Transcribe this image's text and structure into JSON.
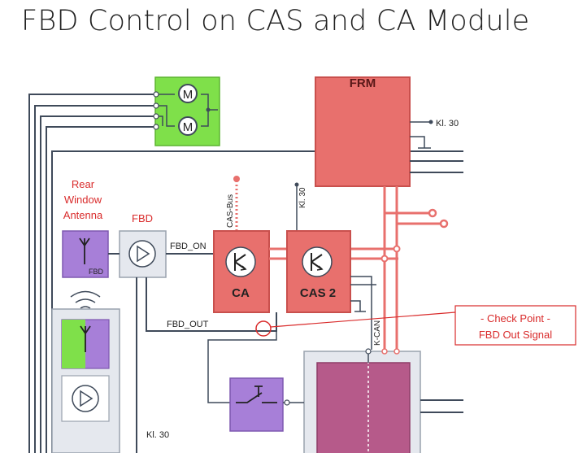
{
  "slide": {
    "title": "FBD Control on CAS and CA Module"
  },
  "modules": {
    "frm": "FRM",
    "ca": "CA",
    "cas2": "CAS 2",
    "motor_top": "M",
    "motor_bottom": "M",
    "antenna_module": "FBD"
  },
  "labels": {
    "rear_window_antenna": [
      "Rear",
      "Window",
      "Antenna"
    ],
    "fbd": "FBD",
    "fbd_on": "FBD_ON",
    "fbd_out": "FBD_OUT",
    "cas_bus": "CAS-Bus",
    "kl30_vertical": "Kl. 30",
    "kl30_frm": "Kl. 30",
    "kl30_bottom": "Kl. 30",
    "k_can": "K-CAN"
  },
  "callout": {
    "line1": "- Check Point -",
    "line2": "FBD Out Signal",
    "color": "#d92b2b"
  },
  "colors": {
    "module_red": "#e8706d",
    "module_red_border": "#c9504d",
    "motor_green": "#7fe04a",
    "antenna_purple": "#a77fd8",
    "dark_magenta": "#b65a8a",
    "wire": "#3f4a5a",
    "red_label": "#d92b2b"
  }
}
